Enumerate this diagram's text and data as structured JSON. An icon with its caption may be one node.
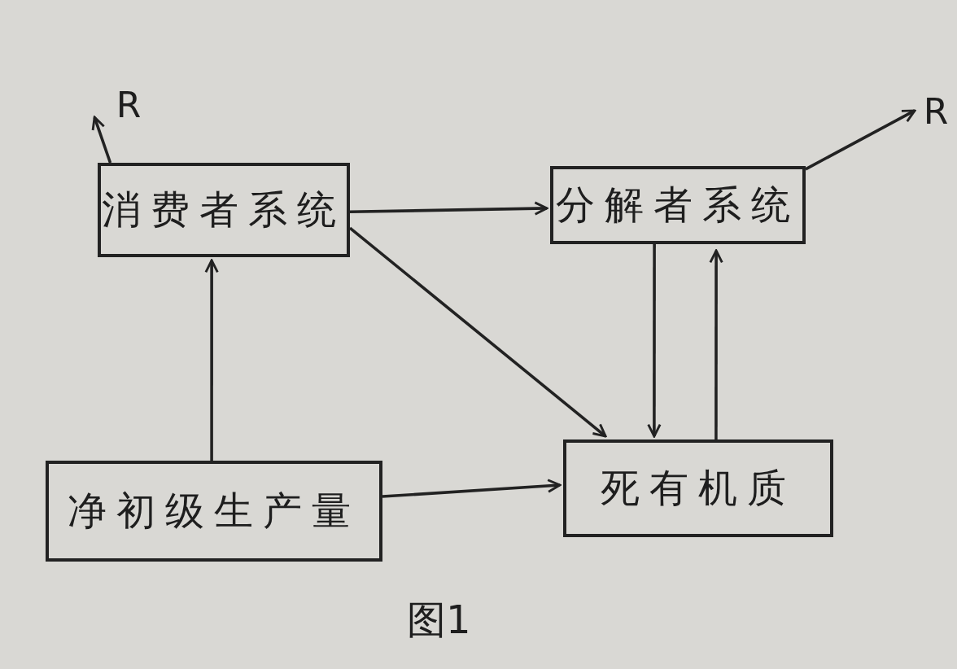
{
  "diagram": {
    "caption": "图1",
    "nodes": [
      {
        "text": [
          "消费者系统"
        ]
      },
      {
        "text": [
          "分解者系统"
        ]
      },
      {
        "text": [
          "净初级生产量"
        ]
      },
      {
        "text": [
          "死有机质"
        ]
      },
      {
        "text": [
          "R"
        ]
      },
      {
        "text": [
          "R"
        ]
      }
    ],
    "edges": [
      {
        "from": 0,
        "to": 4,
        "arrow": "to"
      },
      {
        "from": 1,
        "to": 5,
        "arrow": "to"
      },
      {
        "from": 0,
        "to": 1,
        "arrow": "to"
      },
      {
        "from": 0,
        "to": 3,
        "arrow": "to"
      },
      {
        "from": 2,
        "to": 0,
        "arrow": "to"
      },
      {
        "from": 2,
        "to": 3,
        "arrow": "to"
      },
      {
        "from": 1,
        "to": 3,
        "arrow": "to"
      },
      {
        "from": 3,
        "to": 1,
        "arrow": "to"
      }
    ]
  }
}
